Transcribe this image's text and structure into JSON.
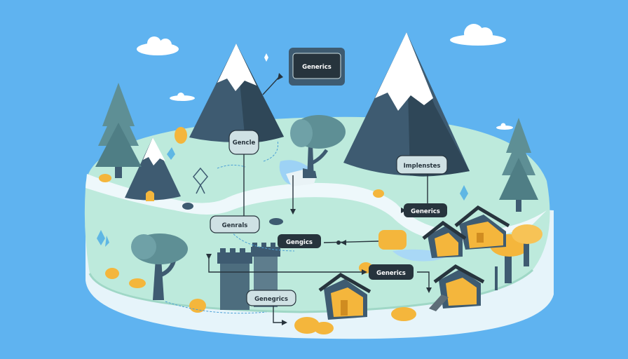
{
  "palette": {
    "sky": "#5fb3f0",
    "ground": "#bdeadc",
    "path": "#e8f6fb",
    "mountain": "#3e5b71",
    "snow": "#ffffff",
    "tree": "#5e8f95",
    "label_dark": "#27343d",
    "label_light": "#cfe1e4",
    "accent_yellow": "#f4b63c"
  },
  "labels": {
    "top": "Generics",
    "mountain": "Gencle",
    "implements": "Implenstes",
    "right_top": "Generics",
    "left_mid": "Genrals",
    "center": "Gengics",
    "right_mid": "Generics",
    "bottom_left": "Genegrics"
  }
}
